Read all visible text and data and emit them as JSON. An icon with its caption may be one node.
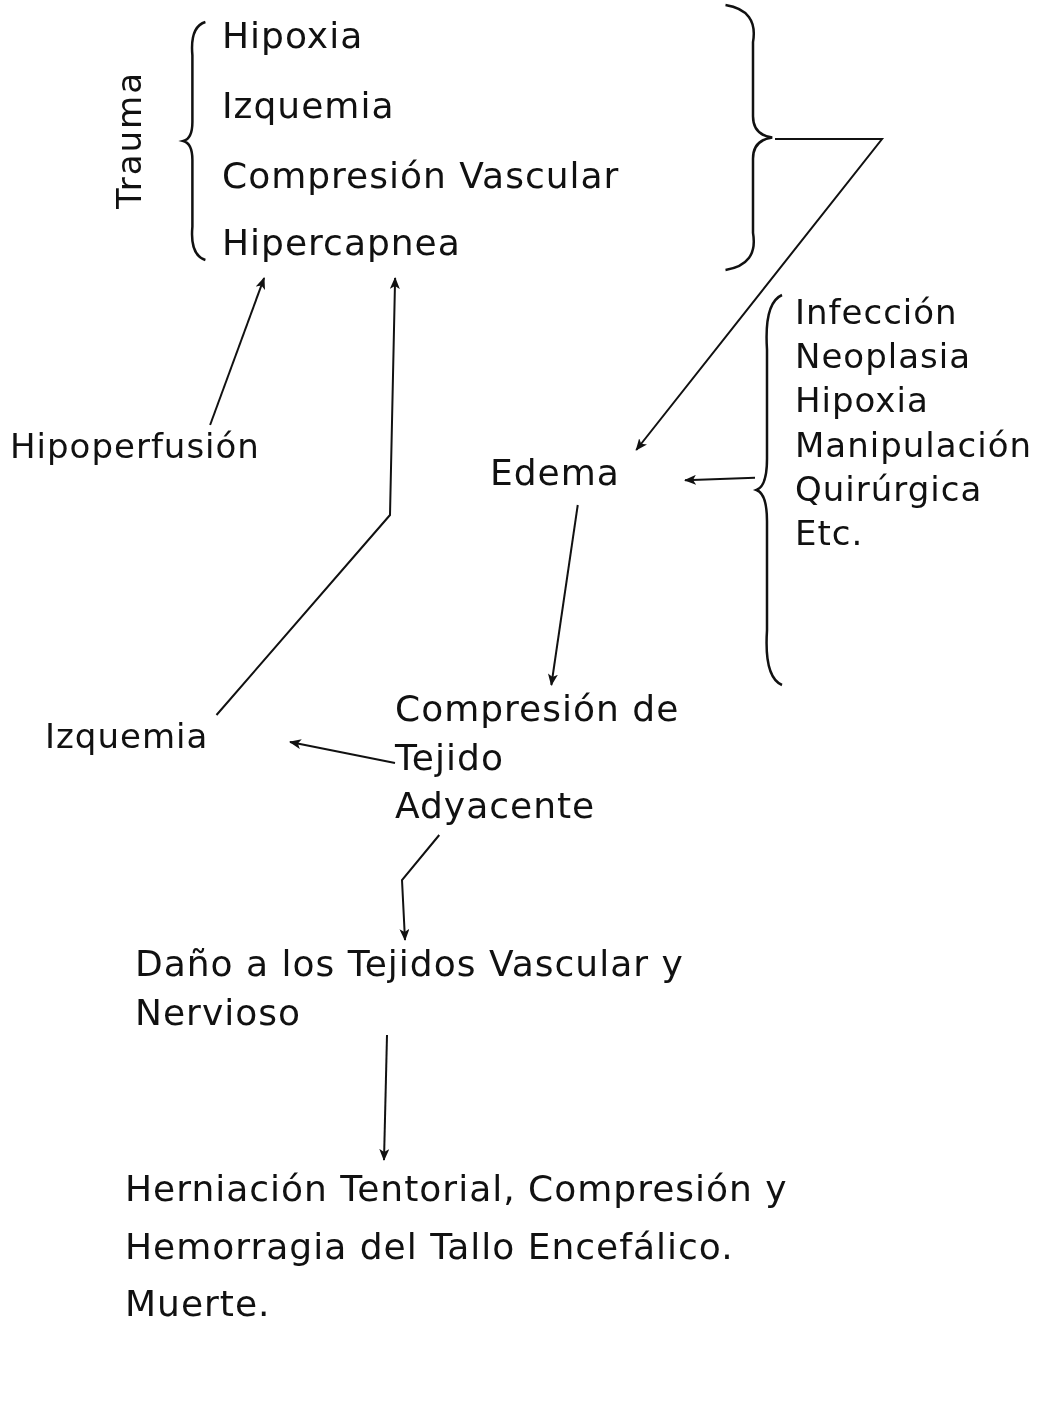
{
  "diagram": {
    "nodes": [
      {
        "text": [
          "Trauma",
          "Hipoxia",
          "Izquemia",
          "Compresión Vascular",
          "Hipercapnea"
        ]
      },
      {
        "text": [
          "Hipoperfusión"
        ]
      },
      {
        "text": [
          "Edema"
        ]
      },
      {
        "text": [
          "Infección",
          "Neoplasia",
          "Hipoxia",
          "Manipulación Quirúrgica",
          "Etc."
        ]
      },
      {
        "text": [
          "Compresión de Tejido Adyacente"
        ]
      },
      {
        "text": [
          "Izquemia"
        ]
      },
      {
        "text": [
          "Daño a los Tejidos Vascular y Nervioso"
        ]
      },
      {
        "text": [
          "Herniación Tentorial, Compresión y Hemorragia del Tallo Encefálico.",
          "Muerte."
        ]
      }
    ],
    "edges": [
      {
        "from": 1,
        "to": 0,
        "arrow": "to"
      },
      {
        "from": 5,
        "to": 0,
        "arrow": "to"
      },
      {
        "from": 0,
        "to": 2,
        "arrow": "to"
      },
      {
        "from": 3,
        "to": 2,
        "arrow": "to"
      },
      {
        "from": 2,
        "to": 4,
        "arrow": "to"
      },
      {
        "from": 4,
        "to": 5,
        "arrow": "to"
      },
      {
        "from": 4,
        "to": 6,
        "arrow": "to"
      },
      {
        "from": 6,
        "to": 7,
        "arrow": "to"
      }
    ]
  }
}
